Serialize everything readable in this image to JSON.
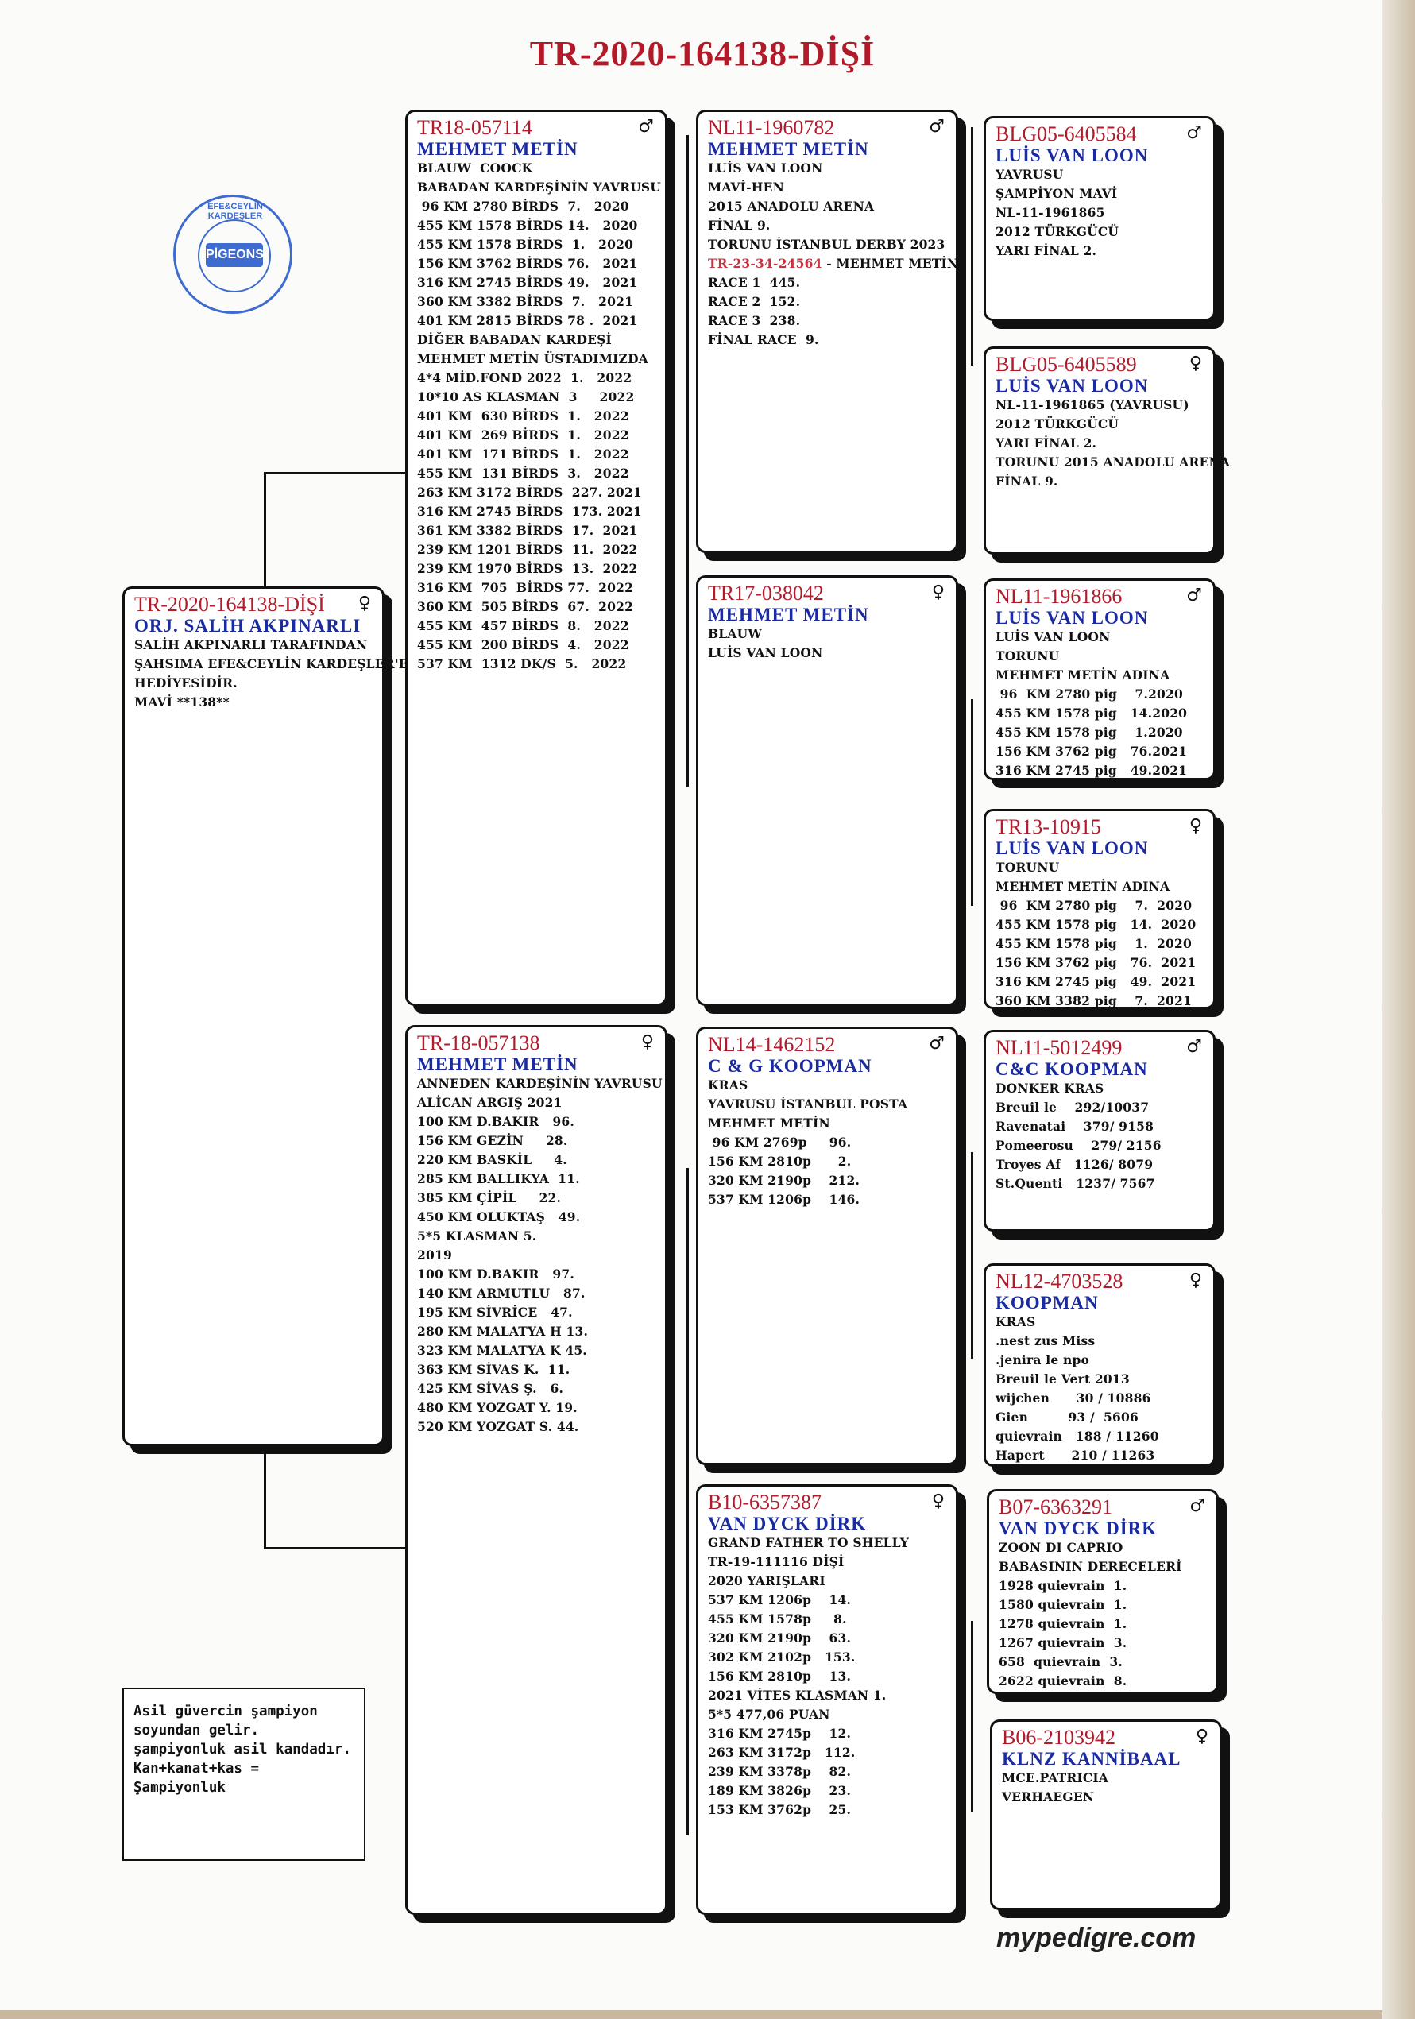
{
  "title": "TR-2020-164138-DİŞİ",
  "stamp": {
    "center": "PİGEONS",
    "top": "EFE&CEYLİN KARDEŞLER"
  },
  "subject": {
    "ring": "TR-2020-164138-DİŞİ",
    "sex": "♀",
    "name": "ORJ. SALİH AKPINARLI",
    "lines": [
      "SALİH AKPINARLI TARAFINDAN",
      "ŞAHSIMA EFE&CEYLİN KARDEŞLER'E",
      "HEDİYESİDİR.",
      "MAVİ **138**"
    ]
  },
  "sire": {
    "ring": "TR18-057114",
    "sex": "♂",
    "name": "MEHMET METİN",
    "lines": [
      "BLAUW  COOCK",
      "BABADAN KARDEŞİNİN YAVRUSU",
      " 96 KM 2780 BİRDS  7.   2020",
      "455 KM 1578 BİRDS 14.   2020",
      "455 KM 1578 BİRDS  1.   2020",
      "156 KM 3762 BİRDS 76.   2021",
      "316 KM 2745 BİRDS 49.   2021",
      "360 KM 3382 BİRDS  7.   2021",
      "401 KM 2815 BİRDS 78 .  2021",
      "DİĞER BABADAN KARDEŞİ",
      "MEHMET METİN ÜSTADIMIZDA",
      "4*4 MİD.FOND 2022  1.   2022",
      "10*10 AS KLASMAN  3     2022",
      "401 KM  630 BİRDS  1.   2022",
      "401 KM  269 BİRDS  1.   2022",
      "401 KM  171 BİRDS  1.   2022",
      "455 KM  131 BİRDS  3.   2022",
      "263 KM 3172 BİRDS  227. 2021",
      "316 KM 2745 BİRDS  173. 2021",
      "361 KM 3382 BİRDS  17.  2021",
      "239 KM 1201 BİRDS  11.  2022",
      "239 KM 1970 BİRDS  13.  2022",
      "316 KM  705  BİRDS 77.  2022",
      "360 KM  505 BİRDS  67.  2022",
      "455 KM  457 BİRDS  8.   2022",
      "455 KM  200 BİRDS  4.   2022",
      "537 KM  1312 DK/S  5.   2022"
    ]
  },
  "dam": {
    "ring": "TR-18-057138",
    "sex": "♀",
    "name": "MEHMET METİN",
    "lines": [
      "ANNEDEN KARDEŞİNİN YAVRUSU",
      "ALİCAN ARGIŞ 2021",
      "100 KM D.BAKIR   96.",
      "156 KM GEZİN     28.",
      "220 KM BASKİL     4.",
      "285 KM BALLIKYA  11.",
      "385 KM ÇİPİL     22.",
      "450 KM OLUKTAŞ   49.",
      "5*5 KLASMAN 5.",
      "2019",
      "100 KM D.BAKIR   97.",
      "140 KM ARMUTLU   87.",
      "195 KM SİVRİCE   47.",
      "280 KM MALATYA H 13.",
      "323 KM MALATYA K 45.",
      "363 KM SİVAS K.  11.",
      "425 KM SİVAS Ş.   6.",
      "480 KM YOZGAT Y. 19.",
      "520 KM YOZGAT S. 44."
    ]
  },
  "ss": {
    "ring": "NL11-1960782",
    "sex": "♂",
    "name": "MEHMET METİN",
    "lines": [
      "LUİS VAN LOON",
      "MAVİ-HEN",
      "2015 ANADOLU ARENA",
      "FİNAL 9.",
      "TORUNU İSTANBUL DERBY 2023"
    ],
    "red_ring": "TR-23-34-24564",
    "red_suffix": " - MEHMET METİN",
    "lines2": [
      "RACE 1  445.",
      "RACE 2  152.",
      "RACE 3  238.",
      "FİNAL RACE  9."
    ]
  },
  "sd": {
    "ring": "TR17-038042",
    "sex": "♀",
    "name": "MEHMET METİN",
    "lines": [
      "BLAUW",
      "LUİS VAN LOON"
    ]
  },
  "ds": {
    "ring": "NL14-1462152",
    "sex": "♂",
    "name": "C & G KOOPMAN",
    "lines": [
      "KRAS",
      "YAVRUSU İSTANBUL POSTA",
      "MEHMET METİN",
      " 96 KM 2769p     96.",
      "156 KM 2810p      2.",
      "320 KM 2190p    212.",
      "537 KM 1206p    146."
    ]
  },
  "dd": {
    "ring": "B10-6357387",
    "sex": "♀",
    "name": "VAN DYCK DİRK",
    "lines": [
      "GRAND FATHER TO SHELLY",
      "TR-19-111116 DİŞİ",
      "2020 YARIŞLARI",
      "537 KM 1206p    14.",
      "455 KM 1578p     8.",
      "320 KM 2190p    63.",
      "302 KM 2102p   153.",
      "156 KM 2810p    13.",
      "2021 VİTES KLASMAN 1.",
      "5*5 477,06 PUAN",
      "316 KM 2745p    12.",
      "263 KM 3172p   112.",
      "239 KM 3378p    82.",
      "189 KM 3826p    23.",
      "153 KM 3762p    25."
    ]
  },
  "sss": {
    "ring": "BLG05-6405584",
    "sex": "♂",
    "name": "LUİS VAN LOON",
    "lines": [
      "YAVRUSU",
      "ŞAMPİYON MAVİ",
      "NL-11-1961865",
      "2012 TÜRKGÜCÜ",
      "YARI FİNAL 2."
    ]
  },
  "ssd": {
    "ring": "BLG05-6405589",
    "sex": "♀",
    "name": "LUİS VAN LOON",
    "lines": [
      "NL-11-1961865 (YAVRUSU)",
      "2012 TÜRKGÜCÜ",
      "YARI FİNAL 2.",
      "TORUNU 2015 ANADOLU ARENA",
      "FİNAL 9."
    ]
  },
  "sds": {
    "ring": "NL11-1961866",
    "sex": "♂",
    "name": "LUİS VAN LOON",
    "lines": [
      "LUİS VAN LOON",
      "TORUNU",
      "MEHMET METİN ADINA",
      " 96  KM 2780 pig    7.2020",
      "455 KM 1578 pig   14.2020",
      "455 KM 1578 pig    1.2020",
      "156 KM 3762 pig   76.2021",
      "316 KM 2745 pig   49.2021"
    ]
  },
  "sdd": {
    "ring": "TR13-10915",
    "sex": "♀",
    "name": "LUİS VAN LOON",
    "lines": [
      "TORUNU",
      "MEHMET METİN ADINA",
      " 96  KM 2780 pig    7.  2020",
      "455 KM 1578 pig   14.  2020",
      "455 KM 1578 pig    1.  2020",
      "156 KM 3762 pig   76.  2021",
      "316 KM 2745 pig   49.  2021",
      "360 KM 3382 pig    7.  2021"
    ]
  },
  "dss": {
    "ring": "NL11-5012499",
    "sex": "♂",
    "name": "C&C KOOPMAN",
    "lines": [
      "DONKER KRAS",
      "Breuil le    292/10037",
      "Ravenatai    379/ 9158",
      "Pomeerosu    279/ 2156",
      "Troyes Af   1126/ 8079",
      "St.Quenti   1237/ 7567"
    ]
  },
  "dsd": {
    "ring": "NL12-4703528",
    "sex": "♀",
    "name": "KOOPMAN",
    "lines": [
      "KRAS",
      ".nest zus Miss",
      ".jenira le npo",
      "Breuil le Vert 2013",
      "wijchen      30 / 10886",
      "Gien         93 /  5606",
      "quievrain   188 / 11260",
      "Hapert      210 / 11263"
    ]
  },
  "dds": {
    "ring": "B07-6363291",
    "sex": "♂",
    "name": "VAN DYCK DİRK",
    "lines": [
      "ZOON DI CAPRIO",
      "BABASININ DERECELERİ",
      "1928 quievrain  1.",
      "1580 quievrain  1.",
      "1278 quievrain  1.",
      "1267 quievrain  3.",
      "658  quievrain  3.",
      "2622 quievrain  8."
    ]
  },
  "ddd": {
    "ring": "B06-2103942",
    "sex": "♀",
    "name": "KLNZ KANNİBAAL",
    "lines": [
      "MCE.PATRICIA",
      "VERHAEGEN"
    ]
  },
  "note": {
    "lines": [
      "Asil güvercin şampiyon",
      "soyundan gelir.",
      "şampiyonluk asil kandadır.",
      "Kan+kanat+kas =",
      "Şampiyonluk"
    ]
  },
  "footer": "mypedigre.com"
}
